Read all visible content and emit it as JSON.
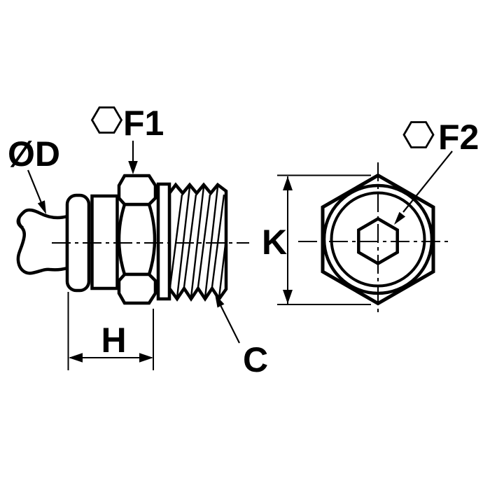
{
  "colors": {
    "ink": "#000000",
    "background": "#ffffff"
  },
  "icons": {
    "f1_symbol": "hexagon-icon",
    "f2_symbol": "hexagon-icon"
  },
  "labels": {
    "outer_diameter": "ØD",
    "wrench_flats_side": "F1",
    "wrench_flats_front": "F2",
    "grip_length": "H",
    "hex_across": "K",
    "thread": "C"
  }
}
